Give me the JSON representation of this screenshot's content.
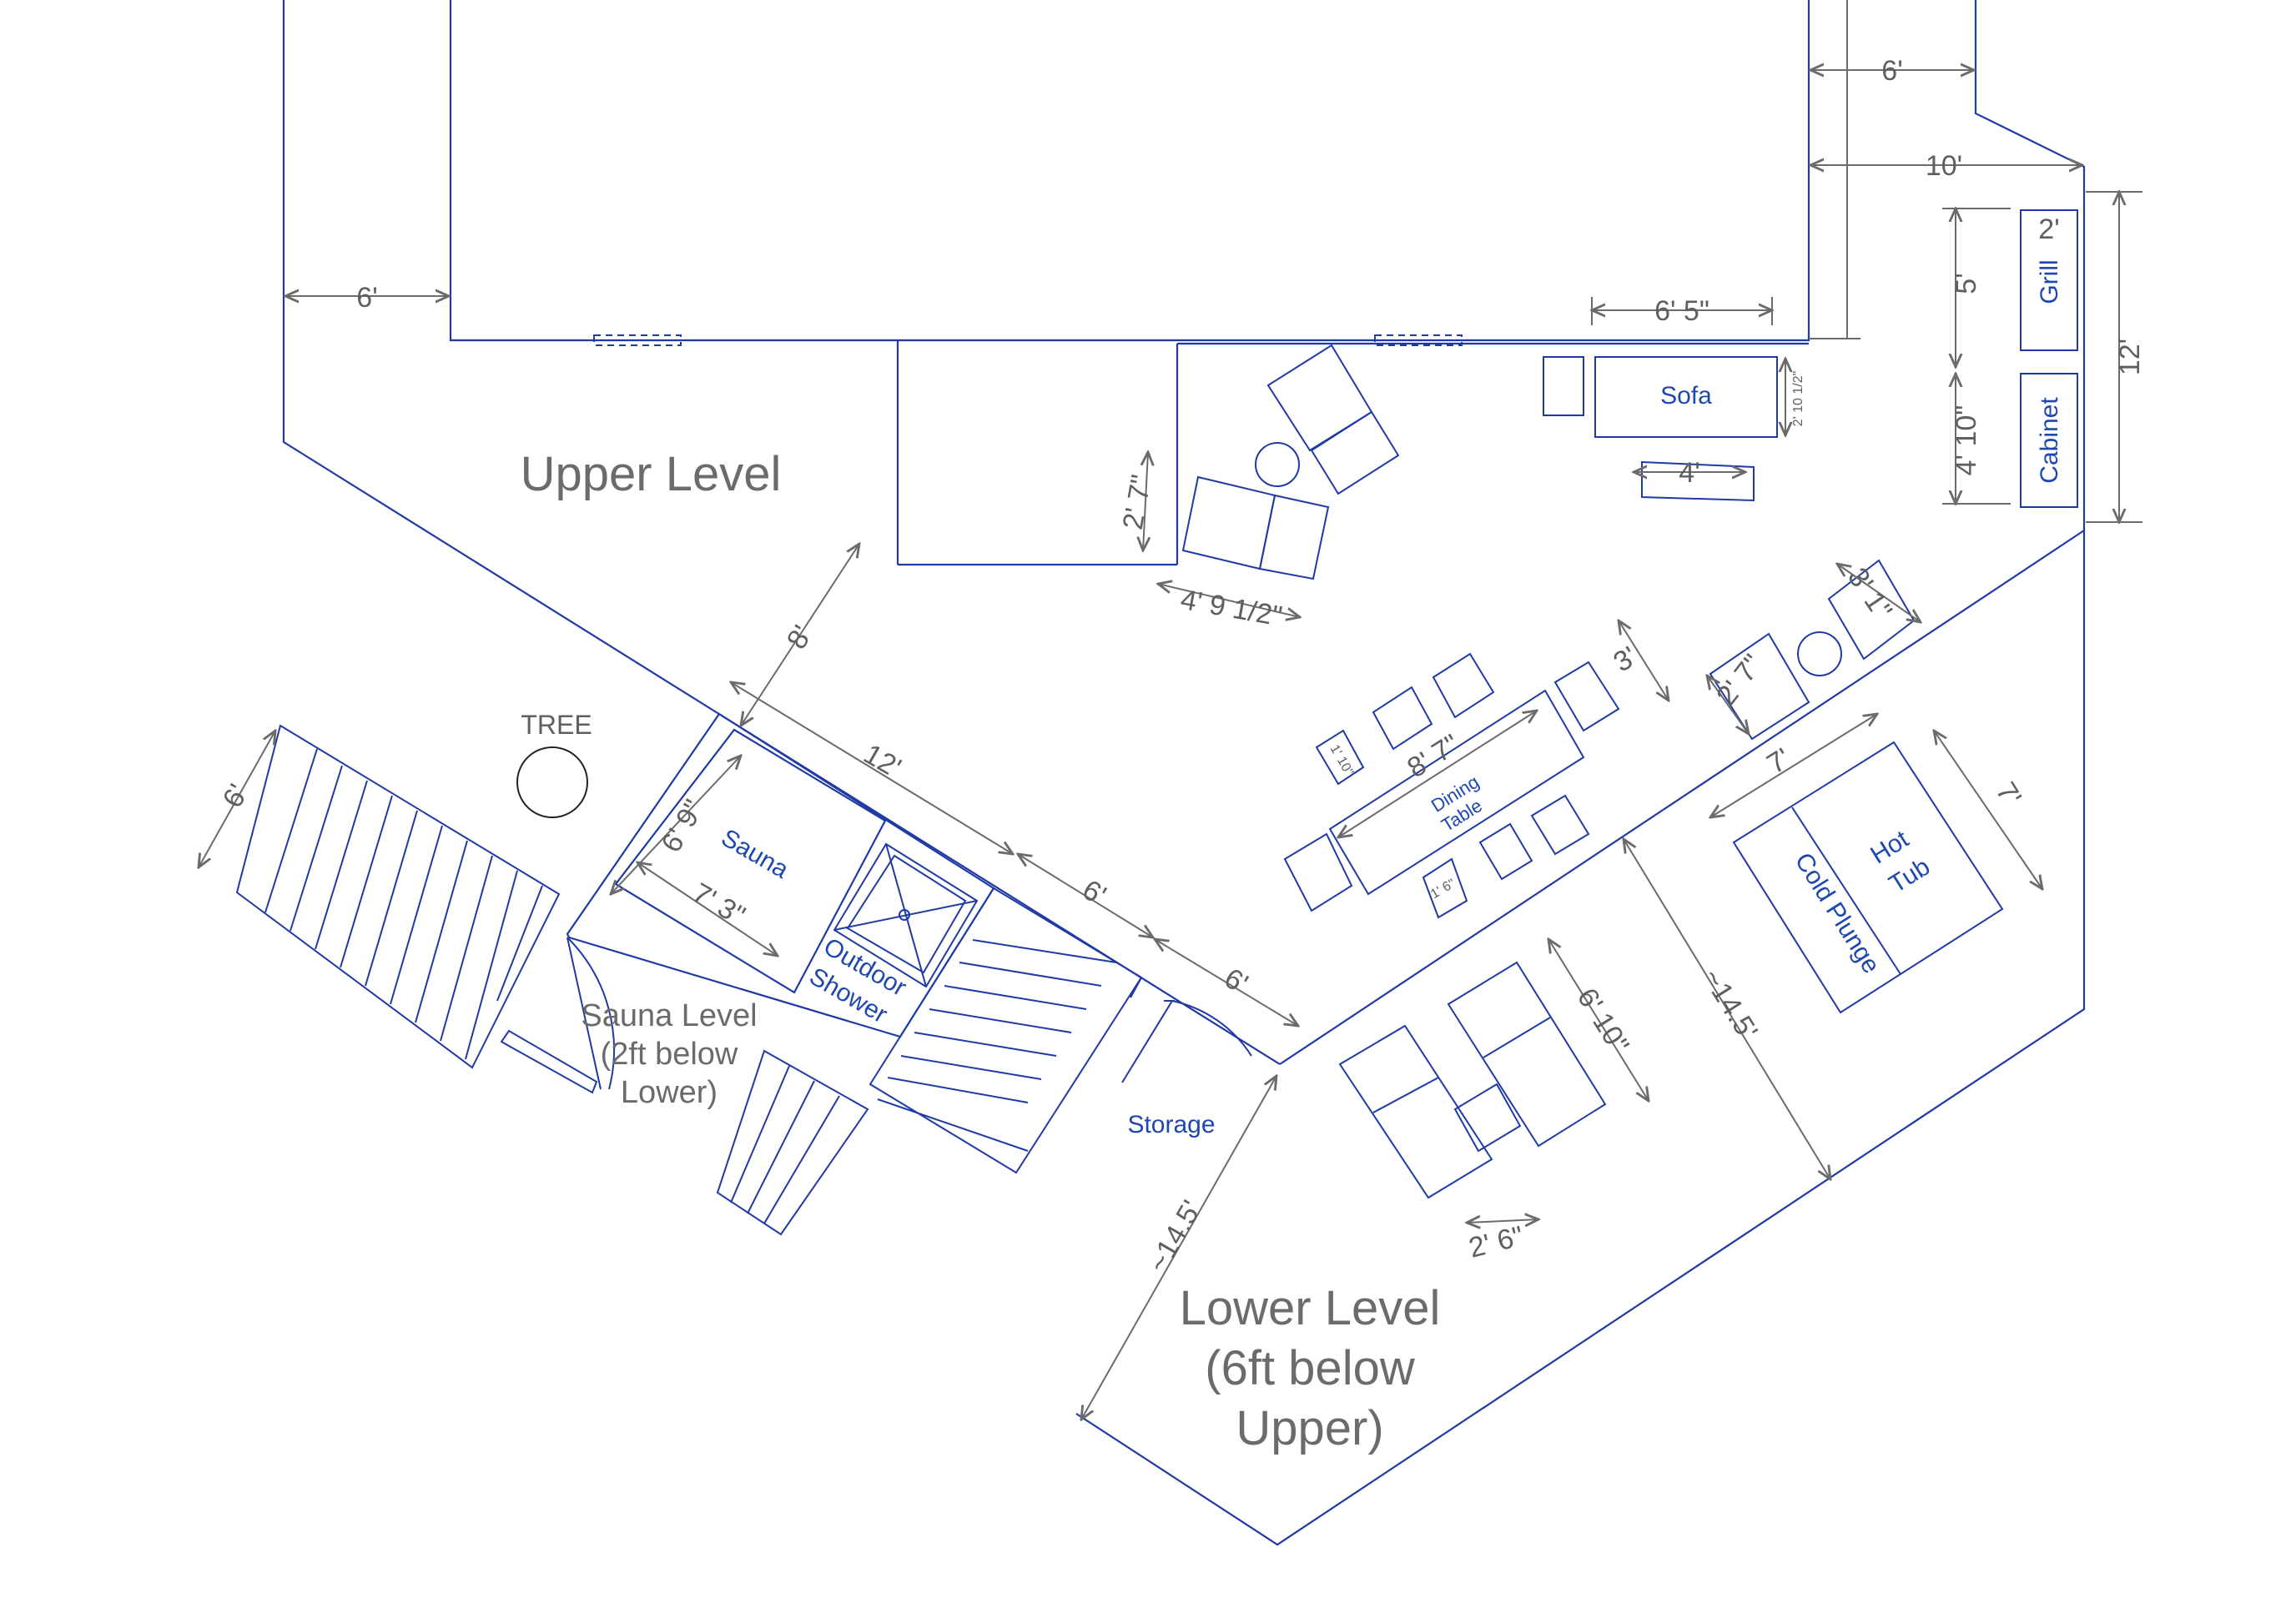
{
  "levels": {
    "upper": "Upper Level",
    "lower": [
      "Lower Level",
      "(6ft below",
      "Upper)"
    ],
    "sauna": [
      "Sauna Level",
      "(2ft below",
      "Lower)"
    ]
  },
  "labels": {
    "tree": "TREE",
    "sauna": "Sauna",
    "outdoor_shower": [
      "Outdoor",
      "Shower"
    ],
    "storage": "Storage",
    "sofa": "Sofa",
    "grill": "Grill",
    "cabinet": "Cabinet",
    "dining_table": [
      "Dining",
      "Table"
    ],
    "cold_plunge": "Cold Plunge",
    "hot_tub": [
      "Hot",
      "Tub"
    ]
  },
  "dimensions": {
    "left_6": "6'",
    "top_6": "6'",
    "top_10": "10'",
    "sofa_width": "6' 5\"",
    "sofa_depth": "2' 10 1/2\"",
    "sofa_table": "4'",
    "grill_w": "2'",
    "grill_h": "5'",
    "cabinet_h": "4' 10\"",
    "right_12": "12'",
    "chair_2_7": "2' 7\"",
    "chair_4_9": "4' 9 1/2\"",
    "walk_8": "8'",
    "sauna_12": "12'",
    "sauna_6_9": "6' 9\"",
    "sauna_7_3": "7' 3\"",
    "stairs_6": "6'",
    "shower_6": "6'",
    "storage_6": "6'",
    "dining_8_7": "8' 7\"",
    "dining_3": "3'",
    "chair_1_10": "1' 10\"",
    "chair_1_6": "1' 6\"",
    "lounge_3_1": "3' 1\"",
    "lounge_2_7": "2' 7\"",
    "tub_7w": "7'",
    "tub_7h": "7'",
    "lower_14_5": "~14.5'",
    "right_14_5": "~14.5'",
    "lounger_6_10": "6' 10\"",
    "lounger_2_6": "2' 6\""
  }
}
